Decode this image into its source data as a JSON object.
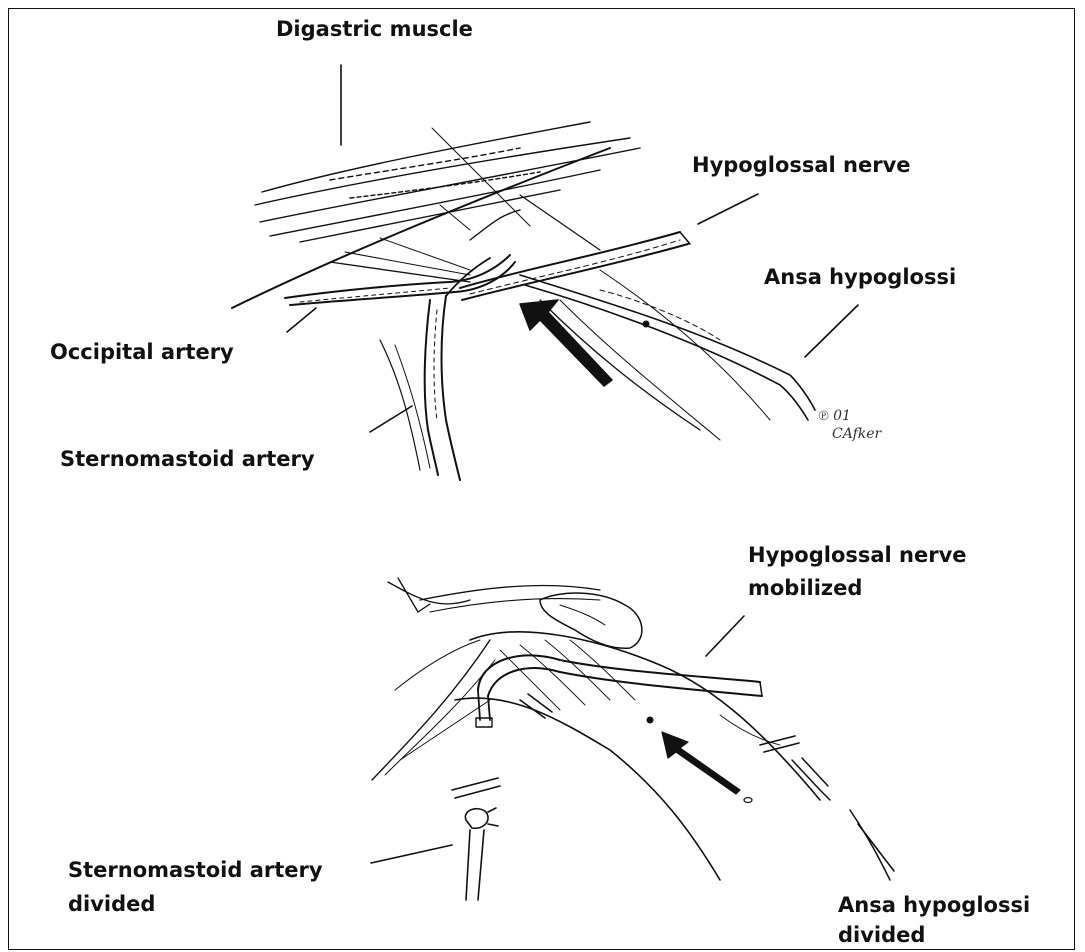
{
  "labels": {
    "digastric_muscle": "Digastric muscle",
    "hypoglossal_nerve": "Hypoglossal nerve",
    "ansa_hypoglossi": "Ansa hypoglossi",
    "occipital_artery": "Occipital artery",
    "sternomastoid_artery": "Sternomastoid artery",
    "hypoglossal_nerve_mobilized_line1": "Hypoglossal nerve",
    "hypoglossal_nerve_mobilized_line2": "mobilized",
    "sternomastoid_artery_divided_line1": "Sternomastoid artery",
    "sternomastoid_artery_divided_line2": "divided",
    "ansa_hypoglossi_divided_line1": "Ansa hypoglossi",
    "ansa_hypoglossi_divided_line2": "divided"
  },
  "signature": {
    "line1": "℗ 01",
    "line2": "CAfker"
  },
  "colors": {
    "ink": "#111111",
    "background": "#ffffff"
  }
}
